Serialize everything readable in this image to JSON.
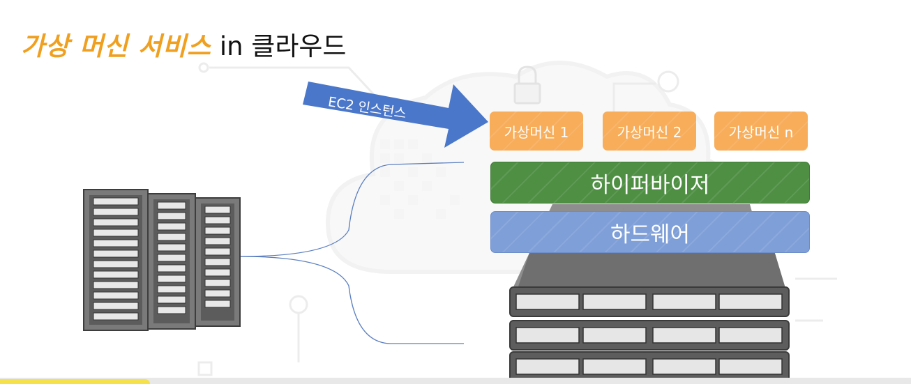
{
  "title": {
    "accent": "가상 머신 서비스",
    "rest": "in 클라우드"
  },
  "arrow": {
    "label": "EC2 인스턴스",
    "color": "#4a77c9"
  },
  "vms": [
    {
      "label": "가상머신 1"
    },
    {
      "label": "가상머신 2"
    },
    {
      "label": "가상머신 n"
    }
  ],
  "layers": {
    "hypervisor": "하이퍼바이저",
    "hardware": "하드웨어"
  },
  "colors": {
    "accent": "#f0a020",
    "vm": "#f7ad5a",
    "hypervisor": "#4e8f43",
    "hardware": "#7f9fd8"
  },
  "icons": [
    "server-rack-icon",
    "server-chassis-icon",
    "cloud-background-icon",
    "lock-icon"
  ]
}
